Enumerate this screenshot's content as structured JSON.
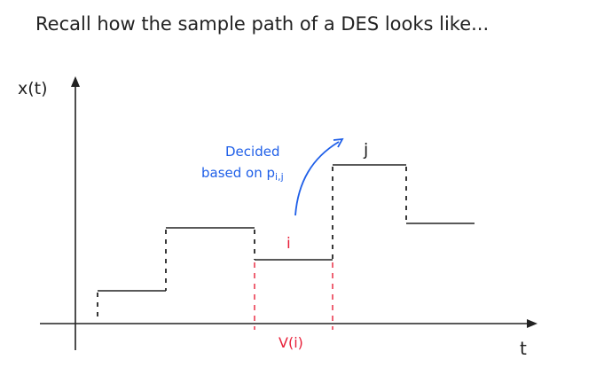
{
  "title": "Recall how the sample path of a DES looks like...",
  "y_axis_label": "x(t)",
  "x_axis_label": "t",
  "state_i_label": "i",
  "state_j_label": "j",
  "annotation_line1": "Decided",
  "annotation_line2": "based on p",
  "annotation_subscript": "i,j",
  "holding_time_label": "V(i)",
  "colors": {
    "ink": "#222222",
    "red": "#e8213a",
    "blue": "#1f5fe8"
  }
}
